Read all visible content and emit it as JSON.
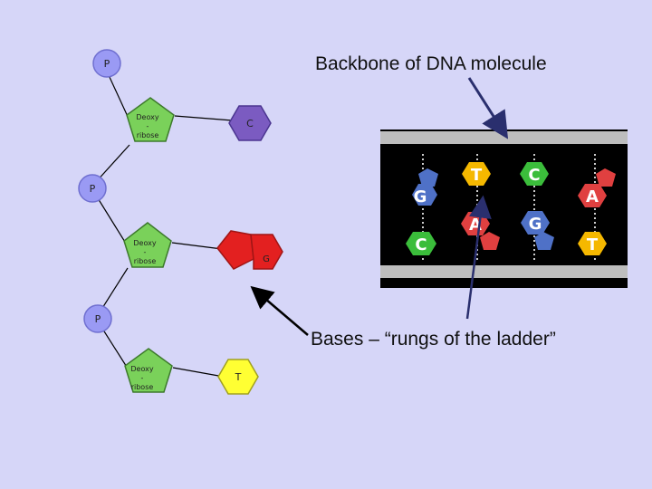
{
  "labels": {
    "backbone": "Backbone of DNA molecule",
    "bases": "Bases – “rungs of the ladder”"
  },
  "phosphates": [
    "P",
    "P",
    "P"
  ],
  "sugar": {
    "line1": "Deoxy",
    "line2": "-",
    "line3": "ribose"
  },
  "bases": {
    "first": "C",
    "second": "G",
    "third": "T"
  },
  "photo": {
    "top_row": [
      "T",
      "C"
    ],
    "upper_row": [
      "G",
      "A"
    ],
    "mid_row": [
      "A",
      "G"
    ],
    "bottom_row": [
      "C",
      "T"
    ]
  },
  "colors": {
    "background": "#d6d6f8",
    "phosphate": "#9a9af4",
    "sugar": "#7ad15a",
    "base_purple": "#7b5bc1",
    "base_red": "#e32020",
    "base_yellow": "#ffff33",
    "arrow": "#2a2f6e"
  }
}
